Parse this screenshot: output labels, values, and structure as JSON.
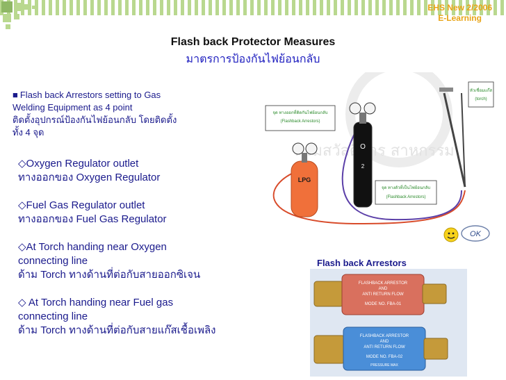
{
  "header": {
    "line1": "EHS New 2/2006",
    "line2": "E-Learning"
  },
  "title": {
    "en": "Flash back Protector Measures",
    "th": "มาตรการป้องกันไฟย้อนกลับ"
  },
  "intro": {
    "bullet": "■",
    "line1": "Flash back Arrestors setting to Gas",
    "line2": "Welding Equipment  as 4 point",
    "line3": "ติดตั้งอุปกรณ์ป้องกันไฟย้อนกลับ โดยติดตั้ง",
    "line4": " ทั้ง 4 จุด"
  },
  "points": [
    {
      "l1": "◇Oxygen Regulator outlet",
      "l2": "ทางออกของ Oxygen Regulator"
    },
    {
      "l1": "◇Fuel Gas Regulator outlet",
      "l2": "ทางออกของ Fuel Gas Regulator"
    },
    {
      "l1": "◇At Torch handing near Oxygen",
      "l2": "connecting line",
      "l3": "ด้าม Torch ทางด้านที่ต่อกับสายออกซิเจน"
    },
    {
      "l1": "◇ At Torch handing near Fuel gas",
      "l2": "connecting line",
      "l3": "ด้าม Torch ทางด้านที่ต่อกับสายแก๊สเชื้อเพลิง"
    }
  ],
  "diagram": {
    "watermark_line": "กรมสวัสดิการ สาหกรรม",
    "label_regulator_top_1": "จุด ทางออกที่ติดกันไฟย้อนกลับ",
    "label_regulator_top_2": "(Flashback Arrestors)",
    "label_arrestor_1": "จุด ทางตัวที่เป็นไฟย้อนกลับ",
    "label_arrestor_2": "(Flashback Arrestors)",
    "label_torch_1": "หัวเชื่อมแก๊ส",
    "label_torch_2": "(torch)",
    "lpg": "LPG",
    "o2_o": "O",
    "o2_2": "2"
  },
  "arrestors": {
    "label": "Flash back Arrestors",
    "item1_line1": "FLASHBACK ARRESTOR",
    "item1_line2": "AND",
    "item1_line3": "ANTI RETURN FLOW",
    "item1_model": "MODE NO. FBA-01",
    "item2_line1": "FLASHBACK ARRESTOR",
    "item2_line2": "AND",
    "item2_line3": "ANTI RETURN FLOW",
    "item2_model": "MODE NO. FBA-02",
    "item2_pressure": "PRESSURE MAX"
  },
  "ok_button": {
    "label": "OK"
  },
  "colors": {
    "accent": "#e8a417",
    "text_blue": "#1a1a8c",
    "stripe": "#b9d88f"
  }
}
